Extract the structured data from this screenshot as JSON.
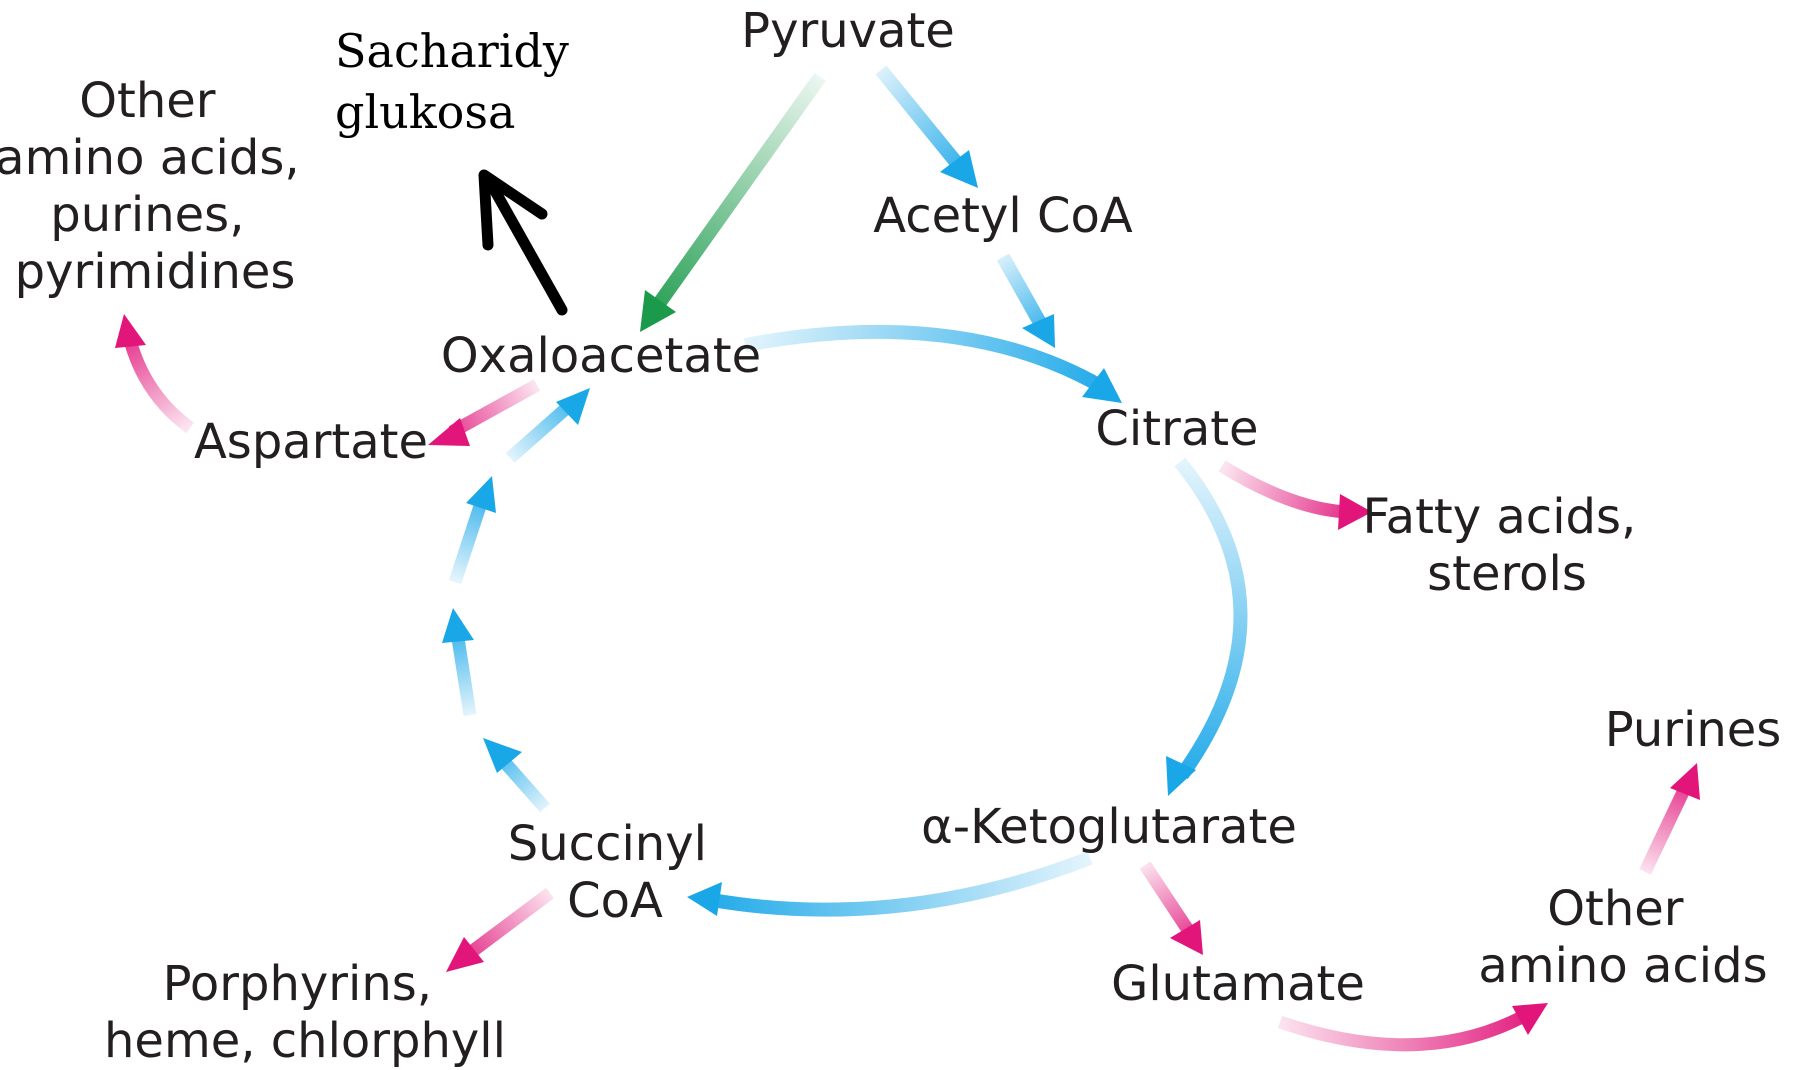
{
  "colors": {
    "cycle": "#1aa7e8",
    "pink": "#e1157a",
    "green": "#1a9a4a",
    "black": "#000000",
    "text": "#231f20"
  },
  "labels": {
    "pyruvate": "Pyruvate",
    "acetyl_coa": "Acetyl CoA",
    "oxaloacetate": "Oxaloacetate",
    "citrate": "Citrate",
    "aspartate": "Aspartate",
    "other_amino_acids_top": [
      "Other",
      "amino acids,",
      "purines,",
      "pyrimidines"
    ],
    "fatty_acids": [
      "Fatty acids,",
      "sterols"
    ],
    "alpha_ketoglutarate": "α-Ketoglutarate",
    "succinyl_coa": [
      "Succinyl",
      "CoA"
    ],
    "porphyrins": [
      "Porphyrins,",
      "heme, chlorphyll"
    ],
    "glutamate": "Glutamate",
    "purines": "Purines",
    "other_amino_acids_bottom": [
      "Other",
      "amino acids"
    ],
    "sacharidy": [
      "Sacharidy",
      "glukosa"
    ]
  }
}
